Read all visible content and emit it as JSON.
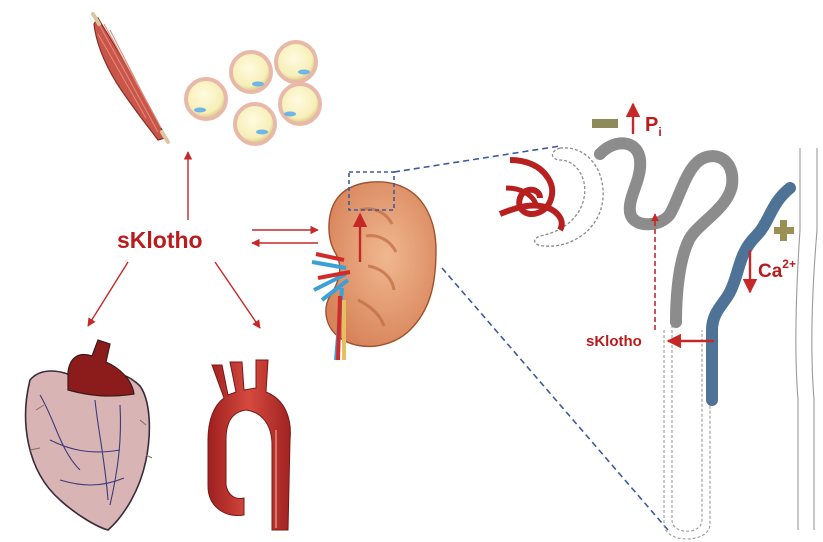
{
  "labels": {
    "center": "sKlotho",
    "nephron_sklotho": "sKlotho",
    "phosphate": "P",
    "phosphate_subscript": "i",
    "calcium": "Ca",
    "calcium_superscript": "2+"
  },
  "icons": {
    "muscle": "skeletal-muscle-icon",
    "fat": "adipocyte-cluster-icon",
    "heart": "heart-icon",
    "aorta": "aorta-icon",
    "kidney": "kidney-icon",
    "glomerulus": "glomerulus-icon",
    "nephron": "nephron-tubule-icon"
  },
  "colors": {
    "arrow_red": "#c62828",
    "label_red": "#b81c1c",
    "tubule_gray": "#8c8c8c",
    "tubule_blue": "#4f7396",
    "dash_blue": "#3d5a9e",
    "minus_olive": "#8f8a5a",
    "plus_olive": "#9a8f55"
  }
}
